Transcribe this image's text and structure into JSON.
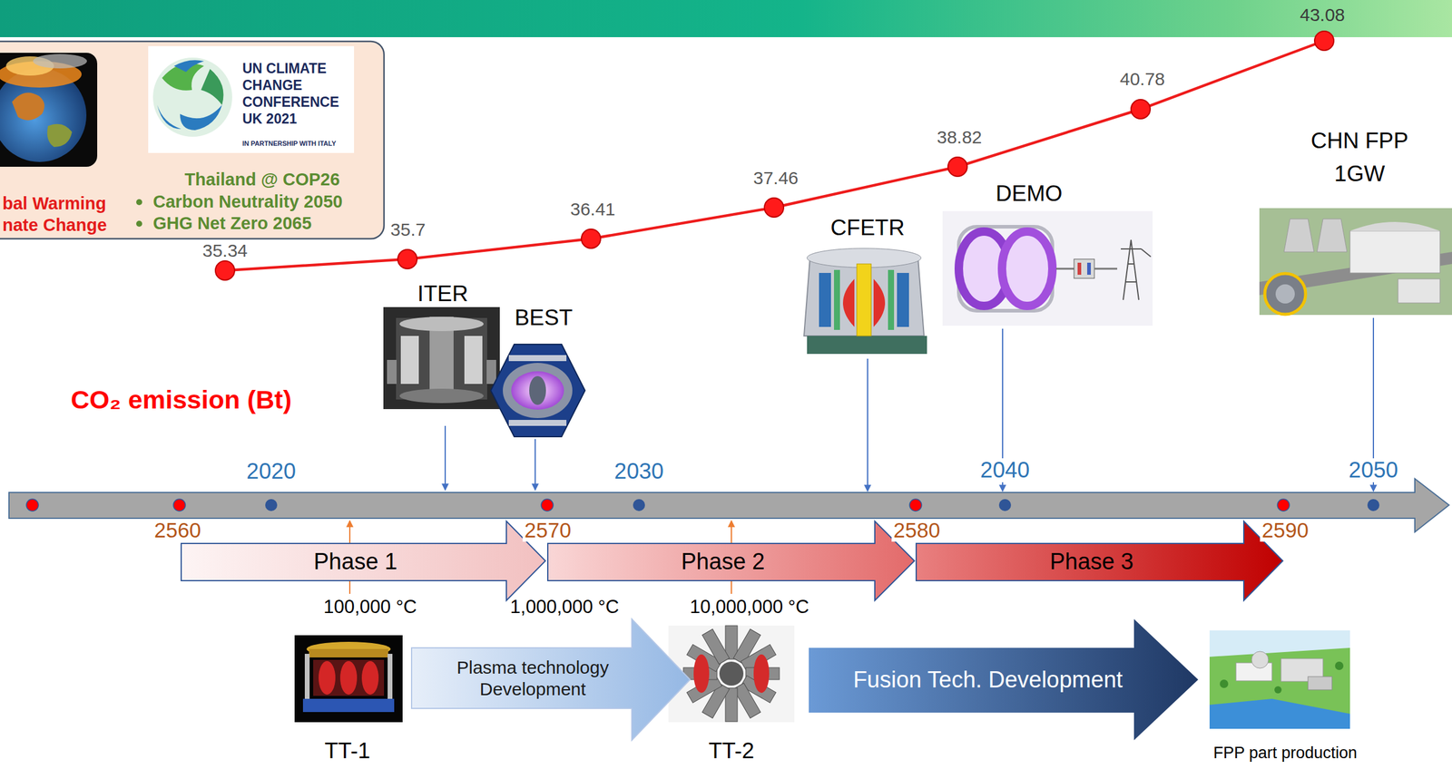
{
  "diagram": {
    "nodes": [
      {
        "text": [
          "Thailand @ COP26",
          "Carbon Neutrality 2050",
          "GHG Net Zero 2065",
          "bal Warming",
          "nate Change"
        ]
      },
      {
        "text": [
          "UN CLIMATE CHANGE CONFERENCE UK 2021",
          "IN PARTNERSHIP WITH ITALY"
        ],
        "in": 0
      },
      {
        "text": [
          "Phase 1"
        ]
      },
      {
        "text": [
          "Phase 2"
        ]
      },
      {
        "text": [
          "Phase 3"
        ]
      },
      {
        "text": [
          "Plasma technology Development"
        ]
      },
      {
        "text": [
          "Fusion Tech. Development"
        ]
      }
    ],
    "labels": [
      "43.08",
      "40.78",
      "38.82",
      "37.46",
      "36.41",
      "35.7",
      "35.34",
      "CO₂ emission (Bt)",
      "ITER",
      "BEST",
      "CFETR",
      "DEMO",
      "CHN FPP 1GW",
      "2020",
      "2030",
      "2040",
      "2050",
      "2560",
      "2570",
      "2580",
      "2590",
      "100,000 °C",
      "1,000,000 °C",
      "10,000,000 °C",
      "TT-1",
      "TT-2",
      "FPP part production"
    ]
  }
}
